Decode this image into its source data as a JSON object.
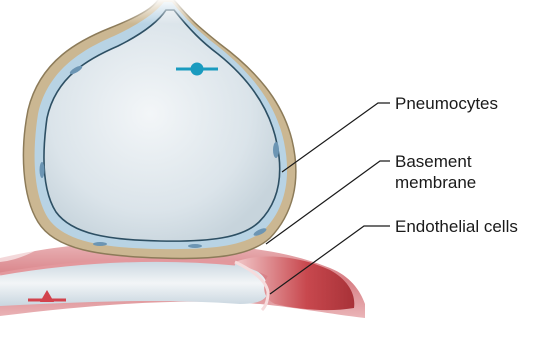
{
  "labels": {
    "pneumocytes": "Pneumocytes",
    "basement_line1": "Basement",
    "basement_line2": "membrane",
    "endothelial": "Endothelial cells"
  },
  "colors": {
    "alveolus_fill": "#dde6ec",
    "alveolus_edge": "#9fb6c4",
    "pneumocyte_layer": "#b9d3e3",
    "basement_tan": "#c9b48f",
    "basement_dark": "#8b7a58",
    "capillary_pink": "#e7a9ad",
    "capillary_red": "#c8484e",
    "lumen": "#e6edf2",
    "oxygen_marker": "#1a9bbf",
    "co2_marker": "#d2434d",
    "leader_line": "#1a1a1a"
  },
  "icons": {
    "alveolar_marker": "blue-circle-marker-icon",
    "capillary_marker": "red-triangle-marker-icon"
  }
}
